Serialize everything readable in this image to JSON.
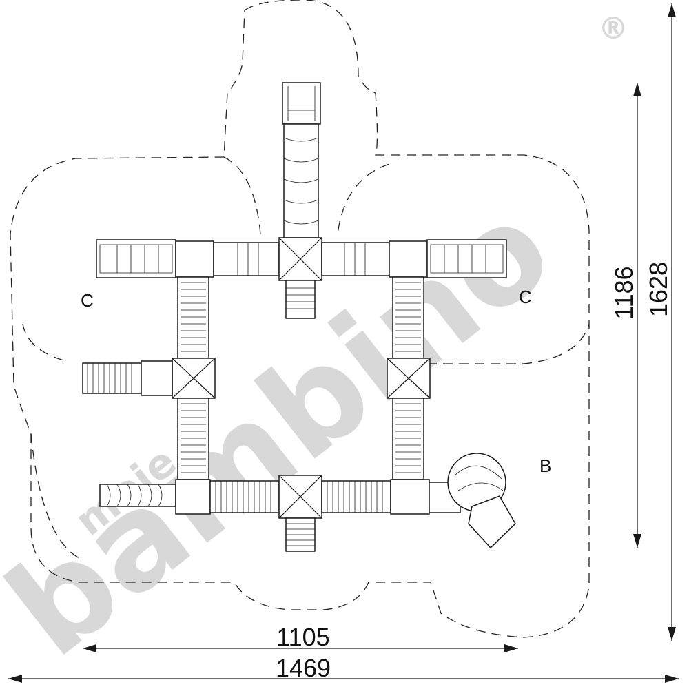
{
  "zones": {
    "left": "C",
    "right": "C",
    "bottom_right": "B"
  },
  "dimensions": {
    "inner_width": "1105",
    "outer_width": "1469",
    "inner_height": "1186",
    "outer_height": "1628"
  },
  "watermark": {
    "main": "bambino",
    "prefix": "moje",
    "registered": "®"
  },
  "colors": {
    "line": "#1a1a1a",
    "watermark": "#d2d2d2"
  }
}
